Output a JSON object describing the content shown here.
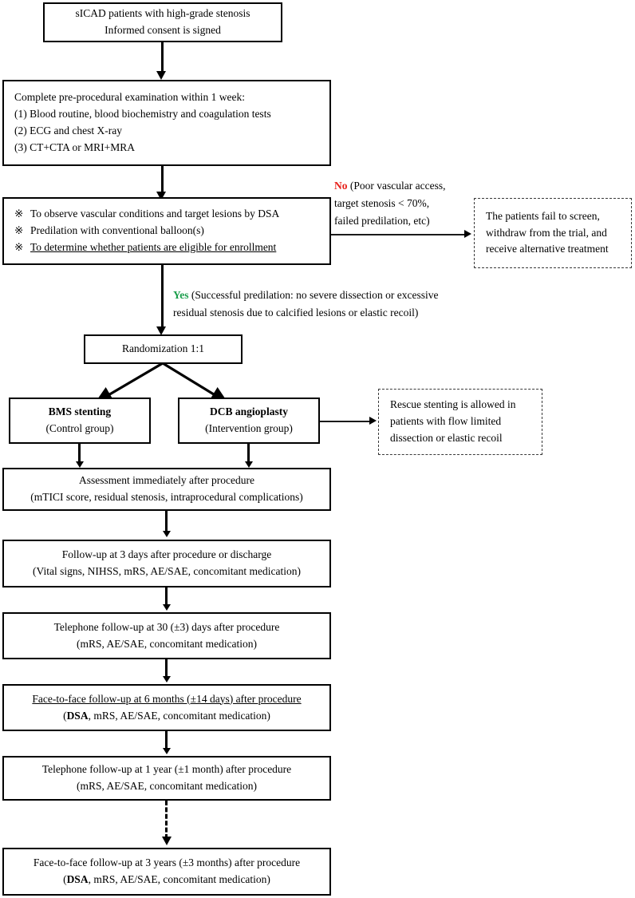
{
  "colors": {
    "no_label": "#e8201a",
    "yes_label": "#1a9e4b",
    "box_border": "#000000",
    "dashed_border": "#3a3a3a",
    "background": "#ffffff"
  },
  "nodes": {
    "enrollment": {
      "line1": "sICAD patients with high-grade stenosis",
      "line2": "Informed consent is signed"
    },
    "pre_procedural": {
      "line1": "Complete pre-procedural examination within 1 week:",
      "line2": "(1) Blood routine, blood biochemistry and coagulation tests",
      "line3": "(2) ECG and chest X-ray",
      "line4": "(3) CT+CTA or MRI+MRA"
    },
    "dsa_assessment": {
      "mark": "※",
      "line1": "To observe vascular conditions and target lesions by DSA",
      "line2": "Predilation with conventional balloon(s)",
      "line3": "To determine whether patients are eligible for enrollment"
    },
    "screen_failure": {
      "line1": "The patients fail to screen,",
      "line2": "withdraw from the trial, and",
      "line3": "receive alternative treatment"
    },
    "randomization": {
      "label": "Randomization 1:1"
    },
    "bms_arm": {
      "title": "BMS stenting",
      "subtitle": "(Control group)"
    },
    "dcb_arm": {
      "title": "DCB angioplasty",
      "subtitle": "(Intervention group)"
    },
    "rescue_stenting": {
      "line1": "Rescue stenting is allowed in",
      "line2": "patients with flow limited",
      "line3": "dissection or elastic recoil"
    },
    "assessment_post": {
      "line1": "Assessment immediately after procedure",
      "line2": "(mTICI score, residual stenosis, intraprocedural complications)"
    },
    "fu_3days": {
      "line1": "Follow-up at 3 days after procedure or discharge",
      "line2": "(Vital signs, NIHSS, mRS, AE/SAE, concomitant medication)"
    },
    "fu_30days": {
      "line1": "Telephone follow-up at 30 (±3) days after procedure",
      "line2": "(mRS, AE/SAE, concomitant medication)"
    },
    "fu_6months": {
      "line1": "Face-to-face follow-up at 6 months (±14 days) after procedure",
      "line2_bold": "DSA",
      "line2_rest": ", mRS, AE/SAE, concomitant medication)",
      "line2_open": "("
    },
    "fu_1year": {
      "line1": "Telephone follow-up at 1 year (±1 month) after procedure",
      "line2": "(mRS, AE/SAE, concomitant medication)"
    },
    "fu_3years": {
      "line1": "Face-to-face follow-up at 3 years (±3 months) after procedure",
      "line2_bold": "DSA",
      "line2_rest": ", mRS, AE/SAE, concomitant medication)",
      "line2_open": "("
    }
  },
  "edges": {
    "no_branch": {
      "keyword": "No",
      "line1_rest": " (Poor vascular access,",
      "line2": "target stenosis < 70%,",
      "line3": "failed predilation, etc)"
    },
    "yes_branch": {
      "keyword": "Yes",
      "line1_rest": " (Successful predilation: no severe dissection or excessive",
      "line2": "residual stenosis due to calcified lesions or elastic recoil)"
    }
  }
}
